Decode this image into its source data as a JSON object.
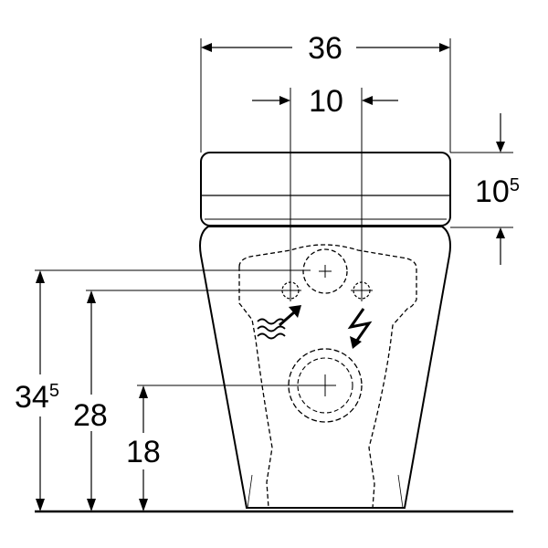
{
  "dimensions": {
    "overall_width": "36",
    "connection_spacing": "10",
    "seat_height_main": "10",
    "seat_height_sup": "5",
    "total_height_main": "34",
    "total_height_sup": "5",
    "supply_height": "28",
    "outlet_height": "18"
  },
  "icons": {
    "water_supply": "water-supply-icon",
    "electrical": "electrical-supply-icon"
  },
  "colors": {
    "line": "#000000",
    "background": "#ffffff"
  }
}
